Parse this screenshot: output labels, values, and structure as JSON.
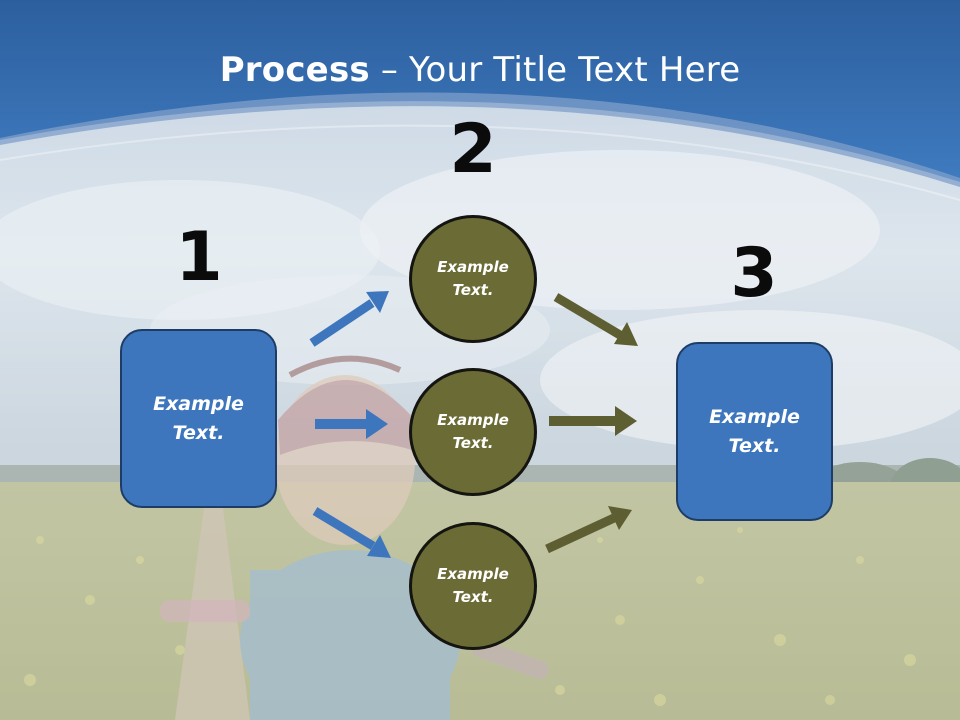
{
  "slide": {
    "title_bold": "Process",
    "title_rest": " – Your Title Text Here"
  },
  "steps": {
    "step1_number": "1",
    "step2_number": "2",
    "step3_number": "3"
  },
  "nodes": {
    "left_box_line1": "Example",
    "left_box_line2": "Text.",
    "top_circle_line1": "Example",
    "top_circle_line2": "Text.",
    "middle_circle_line1": "Example",
    "middle_circle_line2": "Text.",
    "bottom_circle_line1": "Example",
    "bottom_circle_line2": "Text.",
    "right_box_line1": "Example",
    "right_box_line2": "Text."
  },
  "colors": {
    "header_blue": "#3a73b6",
    "box_blue": "#3d76bd",
    "circle_olive": "#6b6b35",
    "blue_arrow": "#3d76bd",
    "olive_arrow": "#5e5e33"
  }
}
